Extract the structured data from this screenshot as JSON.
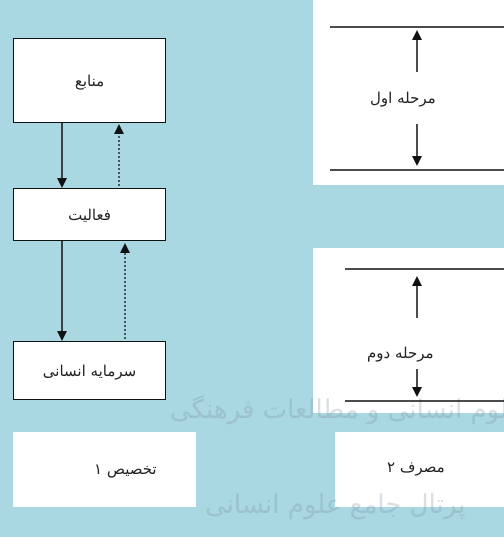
{
  "left": {
    "box_resources": "منابع",
    "box_activity": "فعالیت",
    "box_human_capital": "سرمایه انسانی",
    "caption": "تخصیص ۱"
  },
  "right": {
    "stage_one": "مرحله اول",
    "stage_two": "مرحله دوم",
    "caption": "مصرف ۲"
  },
  "watermark": {
    "line1": "پژوهشگاه علوم انسانی و مطالعات فرهنگی",
    "line2": "پرتال جامع علوم انسانی"
  },
  "colors": {
    "background_pattern": "#a9d7e2",
    "panel": "#ffffff",
    "ink": "#111111"
  }
}
